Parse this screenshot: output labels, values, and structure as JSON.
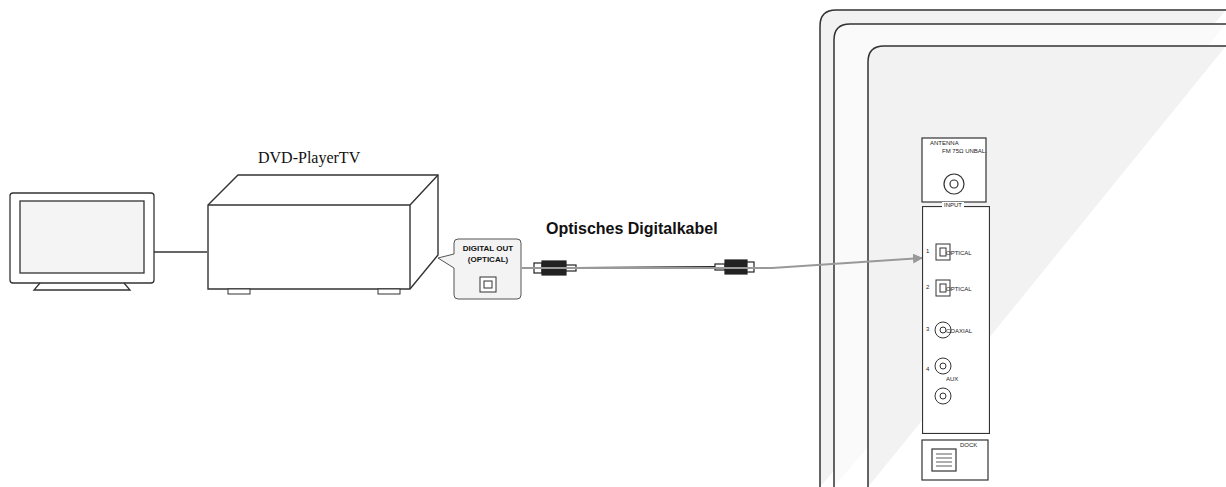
{
  "diagram": {
    "nodes": [
      {
        "text": [
          "DVD-PlayerTV"
        ]
      },
      {
        "text": [
          "DIGITAL OUT (OPTICAL)"
        ]
      },
      {
        "text": [
          "INPUT"
        ]
      }
    ],
    "edges": [
      {
        "from": 1,
        "to": 2,
        "label": "Optisches Digitalkabel",
        "arrow": "to"
      }
    ],
    "labels": [
      "ANTENNA",
      "FM 75Ω UNBAL.",
      "1",
      "OPTICAL",
      "2",
      "OPTICAL",
      "3",
      "COAXIAL",
      "4",
      "AUX",
      "DOCK"
    ]
  }
}
